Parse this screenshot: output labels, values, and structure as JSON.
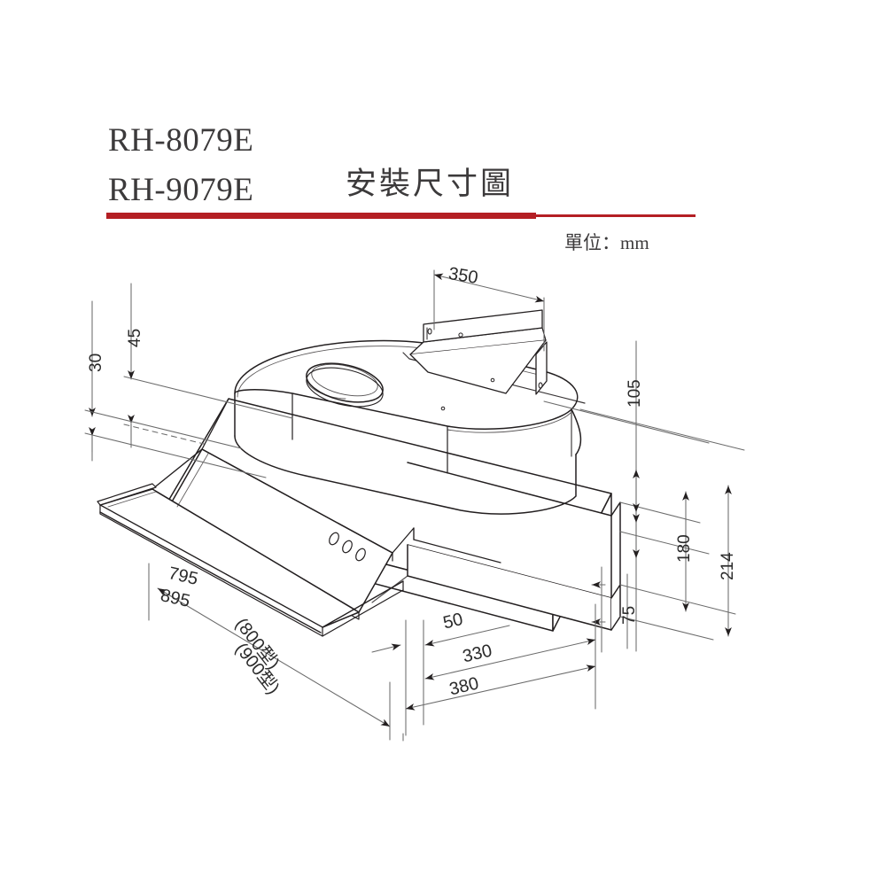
{
  "header": {
    "model_1": "RH-8079E",
    "model_2": "RH-9079E",
    "title": "安裝尺寸圖",
    "unit_label": "單位：",
    "unit_value": "mm",
    "rule_color": "#b41f24"
  },
  "drawing": {
    "product": "range-hood-slide-out",
    "view": "isometric-installation-dimension-drawing",
    "line_color": "#231f20"
  },
  "dimensions": {
    "top_depth": "350",
    "left_upper": "30",
    "left_lower": "45",
    "right_height": "105",
    "right_body": "180",
    "right_total": "214",
    "right_lower": "75",
    "width_795": "795",
    "width_895": "895",
    "model_800": "(800型)",
    "model_900": "(900型)",
    "bottom_50": "50",
    "bottom_330": "330",
    "bottom_380": "380"
  },
  "chart_data": {
    "type": "table",
    "title": "RH-8079E / RH-9079E 安裝尺寸圖",
    "units": "mm",
    "categories": [
      "350",
      "30",
      "45",
      "105",
      "180",
      "214",
      "75",
      "795",
      "895",
      "50",
      "330",
      "380"
    ],
    "values": [
      350,
      30,
      45,
      105,
      180,
      214,
      75,
      795,
      895,
      50,
      330,
      380
    ],
    "annotations": [
      "(800型)",
      "(900型)",
      "單位：mm"
    ],
    "xlabel": "",
    "ylabel": ""
  }
}
